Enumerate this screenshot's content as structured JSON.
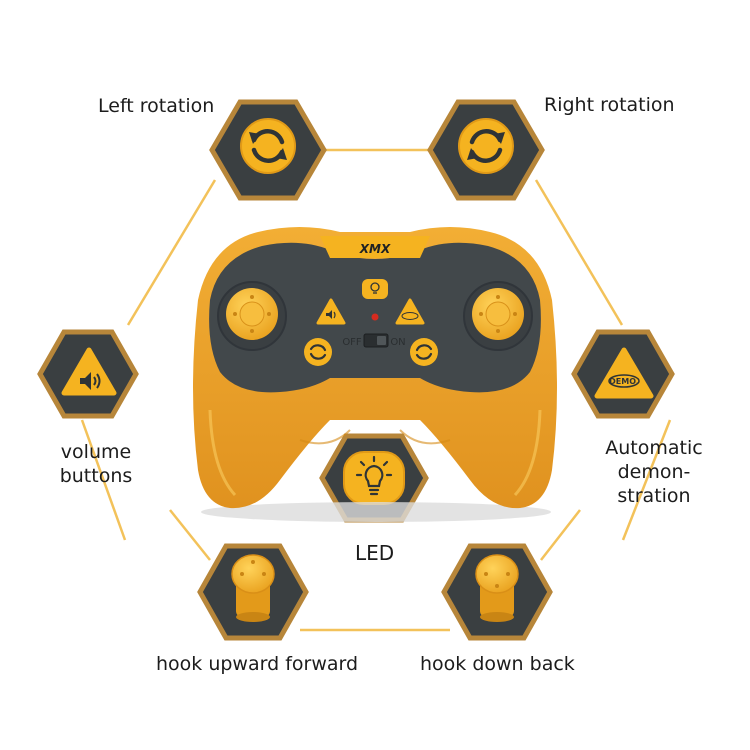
{
  "colors": {
    "accent": "#F5B320",
    "hex_fill": "#3A3F41",
    "hex_ring": "#B7863A",
    "body": "#EAA02E",
    "face": "#42484B"
  },
  "labels": {
    "left_rotation": "Left rotation",
    "right_rotation": "Right rotation",
    "volume": "volume buttons",
    "demo": "Automatic demon-stration",
    "led": "LED",
    "hook_up": "hook upward forward",
    "hook_down": "hook down back"
  },
  "controller": {
    "brand": "XMX",
    "switch_off": "OFF",
    "switch_on": "ON",
    "demo_badge": "DEMO."
  },
  "icons": {
    "left_rotation": "rotate-left-icon",
    "right_rotation": "rotate-right-icon",
    "volume": "volume-icon",
    "demo": "demo-icon",
    "led": "led-bulb-icon",
    "hook_up": "joystick-icon",
    "hook_down": "joystick-icon"
  }
}
